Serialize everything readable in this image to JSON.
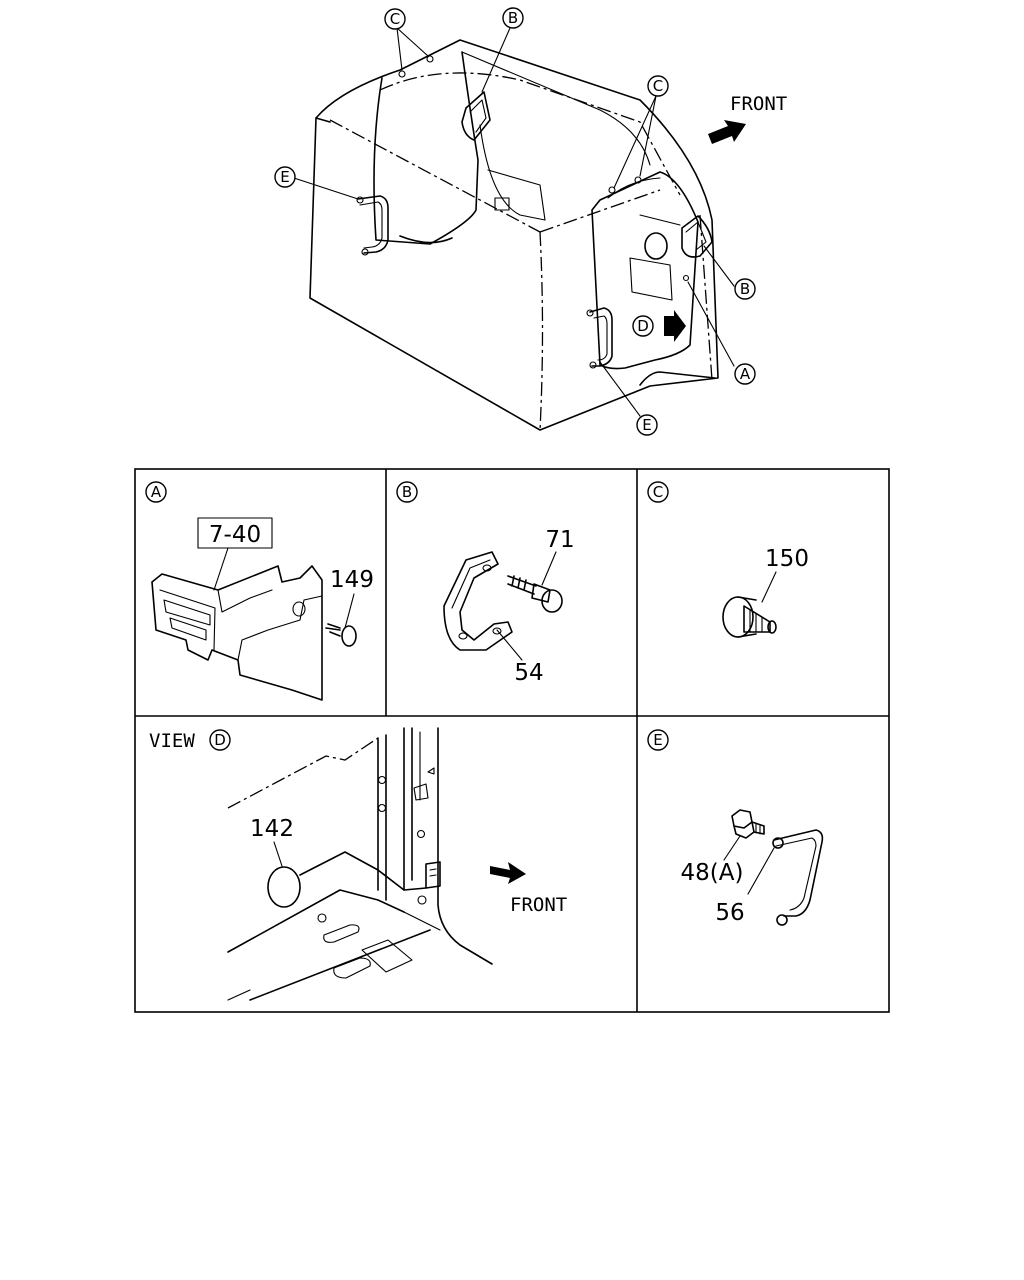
{
  "overview": {
    "front_label": "FRONT",
    "callouts": {
      "c_top_left": "C",
      "b_top": "B",
      "e_left": "E",
      "c_right": "C",
      "b_right": "B",
      "a_right": "A",
      "d_view": "D",
      "e_bottom": "E"
    }
  },
  "panels": {
    "A": {
      "letter": "A",
      "ref_box": "7-40",
      "parts": [
        "149"
      ]
    },
    "B": {
      "letter": "B",
      "parts": [
        "71",
        "54"
      ]
    },
    "C": {
      "letter": "C",
      "parts": [
        "150"
      ]
    },
    "D": {
      "view_label": "VIEW",
      "letter": "D",
      "parts": [
        "142"
      ],
      "front_label": "FRONT"
    },
    "E": {
      "letter": "E",
      "parts": [
        "48(A)",
        "56"
      ]
    }
  }
}
